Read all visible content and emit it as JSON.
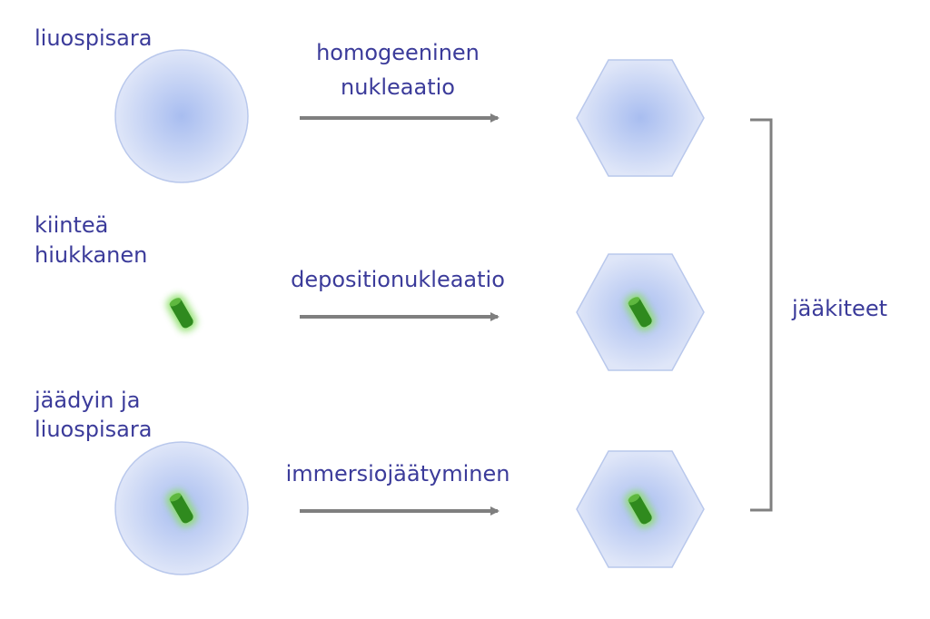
{
  "rows": [
    {
      "source_label": [
        "liuospisara"
      ],
      "process_label": [
        "homogeeninen",
        "nukleaatio"
      ],
      "source_shape": "droplet",
      "has_particle": false
    },
    {
      "source_label": [
        "kiinteä",
        "hiukkanen"
      ],
      "process_label": [
        "depositionukleaatio"
      ],
      "source_shape": "particle",
      "has_particle": true
    },
    {
      "source_label": [
        "jäädyin ja",
        "liuospisara"
      ],
      "process_label": [
        "immersiojäätyminen"
      ],
      "source_shape": "droplet-with-particle",
      "has_particle": true
    }
  ],
  "result_label": "jääkiteet",
  "colors": {
    "text": "#3b3b9a",
    "arrow": "#7f7f7f",
    "droplet_center": "#a8bdf0",
    "droplet_edge": "#dfe6f8",
    "droplet_stroke": "#b9c8ec",
    "particle": "#2f8a1e",
    "particle_glow": "#8ee06a",
    "bracket": "#808080"
  }
}
